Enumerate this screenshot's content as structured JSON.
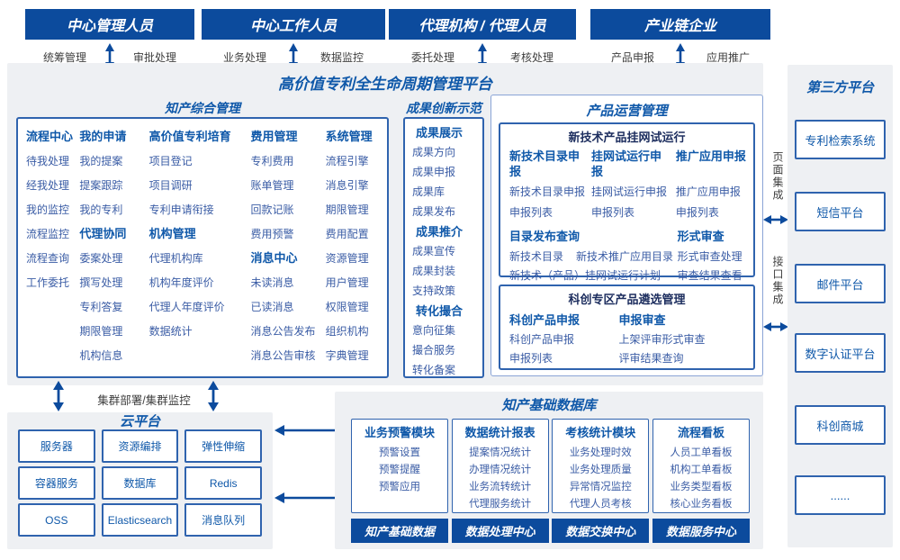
{
  "palette": {
    "dark_blue": "#0c4b9d",
    "title_blue": "#0f58a9",
    "item_blue": "#3a5ca5",
    "navy": "#1c2d5e",
    "bg_gray": "#eef0f3"
  },
  "actors": [
    {
      "title": "中心管理人员",
      "left": "统筹管理",
      "right": "审批处理"
    },
    {
      "title": "中心工作人员",
      "left": "业务处理",
      "right": "数据监控"
    },
    {
      "title": "代理机构 / 代理人员",
      "left": "委托处理",
      "right": "考核处理"
    },
    {
      "title": "产业链企业",
      "left": "产品申报",
      "right": "应用推广"
    }
  ],
  "platform": {
    "title": "高价值专利全生命周期管理平台"
  },
  "ip_mgmt": {
    "title": "知产综合管理",
    "columns": [
      {
        "entries": [
          {
            "t": "h",
            "text": "流程中心"
          },
          {
            "t": "i",
            "text": "待我处理"
          },
          {
            "t": "i",
            "text": "经我处理"
          },
          {
            "t": "i",
            "text": "我的监控"
          },
          {
            "t": "i",
            "text": "流程监控"
          },
          {
            "t": "i",
            "text": "流程查询"
          },
          {
            "t": "i",
            "text": "工作委托"
          }
        ]
      },
      {
        "entries": [
          {
            "t": "h",
            "text": "我的申请"
          },
          {
            "t": "i",
            "text": "我的提案"
          },
          {
            "t": "i",
            "text": "提案跟踪"
          },
          {
            "t": "i",
            "text": "我的专利"
          },
          {
            "t": "h",
            "text": "代理协同"
          },
          {
            "t": "i",
            "text": "委案处理"
          },
          {
            "t": "i",
            "text": "撰写处理"
          },
          {
            "t": "i",
            "text": "专利答复"
          },
          {
            "t": "i",
            "text": "期限管理"
          },
          {
            "t": "i",
            "text": "机构信息"
          }
        ]
      },
      {
        "entries": [
          {
            "t": "h",
            "text": "高价值专利培育"
          },
          {
            "t": "i",
            "text": "项目登记"
          },
          {
            "t": "i",
            "text": "项目调研"
          },
          {
            "t": "i",
            "text": "专利申请衔接"
          },
          {
            "t": "h",
            "text": "机构管理"
          },
          {
            "t": "i",
            "text": "代理机构库"
          },
          {
            "t": "i",
            "text": "机构年度评价"
          },
          {
            "t": "i",
            "text": "代理人年度评价"
          },
          {
            "t": "i",
            "text": "数据统计"
          }
        ]
      },
      {
        "entries": [
          {
            "t": "h",
            "text": "费用管理"
          },
          {
            "t": "i",
            "text": "专利费用"
          },
          {
            "t": "i",
            "text": "账单管理"
          },
          {
            "t": "i",
            "text": "回款记账"
          },
          {
            "t": "i",
            "text": "费用预警"
          },
          {
            "t": "h",
            "text": "消息中心"
          },
          {
            "t": "i",
            "text": "未读消息"
          },
          {
            "t": "i",
            "text": "已读消息"
          },
          {
            "t": "i",
            "text": "消息公告发布"
          },
          {
            "t": "i",
            "text": "消息公告审核"
          }
        ]
      },
      {
        "entries": [
          {
            "t": "h",
            "text": "系统管理"
          },
          {
            "t": "i",
            "text": "流程引擎"
          },
          {
            "t": "i",
            "text": "消息引擎"
          },
          {
            "t": "i",
            "text": "期限管理"
          },
          {
            "t": "i",
            "text": "费用配置"
          },
          {
            "t": "i",
            "text": "资源管理"
          },
          {
            "t": "i",
            "text": "用户管理"
          },
          {
            "t": "i",
            "text": "权限管理"
          },
          {
            "t": "i",
            "text": "组织机构"
          },
          {
            "t": "i",
            "text": "字典管理"
          }
        ]
      }
    ]
  },
  "achievement": {
    "title": "成果创新示范",
    "entries": [
      {
        "t": "h",
        "text": "成果展示"
      },
      {
        "t": "i",
        "text": "成果方向"
      },
      {
        "t": "i",
        "text": "成果申报"
      },
      {
        "t": "i",
        "text": "成果库"
      },
      {
        "t": "i",
        "text": "成果发布"
      },
      {
        "t": "h",
        "text": "成果推介"
      },
      {
        "t": "i",
        "text": "成果宣传"
      },
      {
        "t": "i",
        "text": "成果封装"
      },
      {
        "t": "i",
        "text": "支持政策"
      },
      {
        "t": "h",
        "text": "转化撮合"
      },
      {
        "t": "i",
        "text": "意向征集"
      },
      {
        "t": "i",
        "text": "撮合服务"
      },
      {
        "t": "i",
        "text": "转化备案"
      }
    ]
  },
  "product_ops": {
    "title": "产品运营管理",
    "box1": {
      "title": "新技术产品挂网试运行",
      "groups_row1": [
        {
          "header": "新技术目录申报",
          "items": [
            "新技术目录申报",
            "申报列表"
          ]
        },
        {
          "header": "挂网试运行申报",
          "items": [
            "挂网试运行申报",
            "申报列表"
          ]
        },
        {
          "header": "推广应用申报",
          "items": [
            "推广应用申报",
            "申报列表"
          ]
        }
      ],
      "row2_left": {
        "header": "目录发布查询",
        "line1a": "新技术目录",
        "line1b": "新技术推广应用目录",
        "line2": "新技术（产品）挂网试运行计划"
      },
      "row2_right": {
        "header": "形式审查",
        "items": [
          "形式审查处理",
          "审查结果查看"
        ]
      }
    },
    "box2": {
      "title": "科创专区产品遴选管理",
      "groups": [
        {
          "header": "科创产品申报",
          "items": [
            "科创产品申报",
            "申报列表"
          ]
        },
        {
          "header": "申报审查",
          "items": [
            "上架评审形式审查",
            "评审结果查询"
          ]
        }
      ]
    }
  },
  "integration": {
    "page": "页面集成",
    "api": "接口集成"
  },
  "third_party": {
    "title": "第三方平台",
    "boxes": [
      "专利检索系统",
      "短信平台",
      "邮件平台",
      "数字认证平台",
      "科创商城",
      "......"
    ]
  },
  "cluster": {
    "label": "集群部署/集群监控"
  },
  "cloud": {
    "title": "云平台",
    "boxes": [
      "服务器",
      "资源编排",
      "弹性伸缩",
      "容器服务",
      "数据库",
      "Redis",
      "OSS",
      "Elasticsearch",
      "消息队列"
    ]
  },
  "db": {
    "title": "知产基础数据库",
    "columns": [
      {
        "header": "业务预警模块",
        "items": [
          "预警设置",
          "预警提醒",
          "预警应用"
        ]
      },
      {
        "header": "数据统计报表",
        "items": [
          "提案情况统计",
          "办理情况统计",
          "业务流转统计",
          "代理服务统计"
        ]
      },
      {
        "header": "考核统计模块",
        "items": [
          "业务处理时效",
          "业务处理质量",
          "异常情况监控",
          "代理人员考核"
        ]
      },
      {
        "header": "流程看板",
        "items": [
          "人员工单看板",
          "机构工单看板",
          "业务类型看板",
          "核心业务看板"
        ]
      }
    ],
    "footer": [
      "知产基础数据",
      "数据处理中心",
      "数据交换中心",
      "数据服务中心"
    ]
  }
}
